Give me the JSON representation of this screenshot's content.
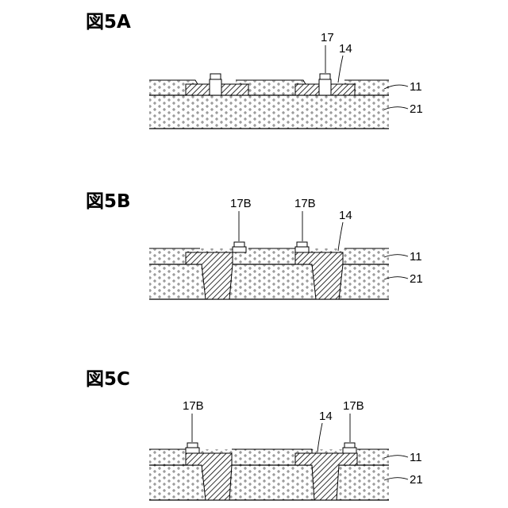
{
  "figures": [
    {
      "title": "図5A",
      "labels": {
        "via_cap": "17",
        "pad": "14",
        "layer_top": "11",
        "layer_base": "21"
      }
    },
    {
      "title": "図5B",
      "labels": {
        "via_cap_left": "17B",
        "via_cap_right": "17B",
        "pad": "14",
        "layer_top": "11",
        "layer_base": "21"
      }
    },
    {
      "title": "図5C",
      "labels": {
        "via_cap_left": "17B",
        "via_cap_right": "17B",
        "pad": "14",
        "layer_top": "11",
        "layer_base": "21"
      }
    }
  ],
  "colors": {
    "line": "#000000",
    "dots": "#555555",
    "background": "#ffffff"
  }
}
